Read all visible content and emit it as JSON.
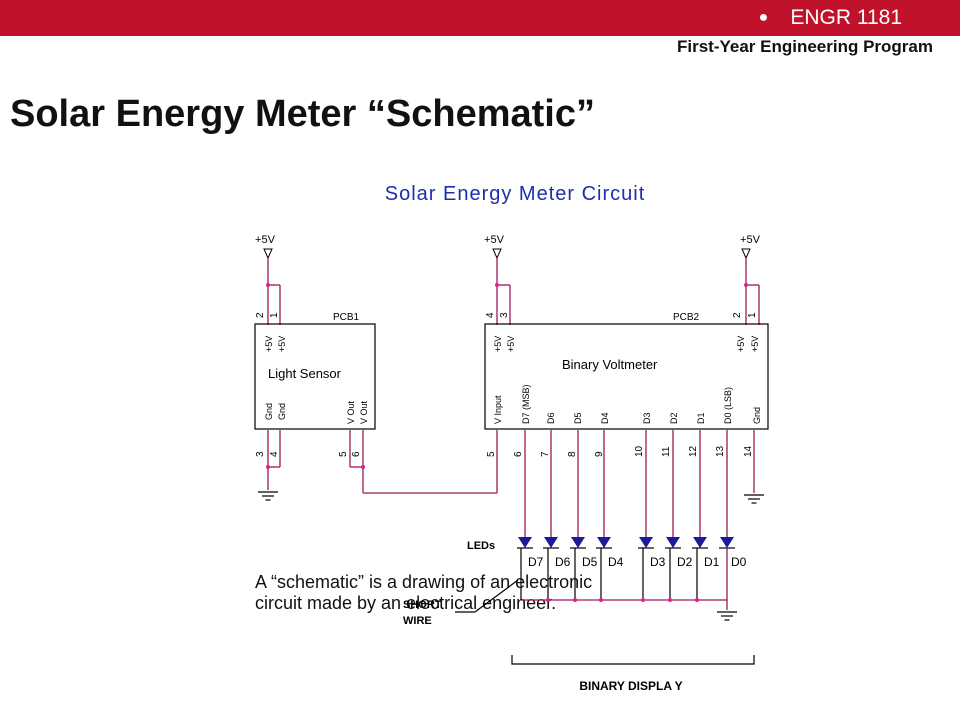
{
  "header": {
    "course": "ENGR 1181",
    "program": "First-Year Engineering Program"
  },
  "slide": {
    "title": "Solar Energy Meter “Schematic”",
    "caption": "A “schematic” is a drawing of an electronic circuit made by an electrical engineer."
  },
  "colors": {
    "header_bar": "#c0122a",
    "diagram_title": "#1b2fae",
    "wire": "#9b1a55",
    "junction": "#e0208a"
  },
  "schematic": {
    "title": "Solar Energy Meter Circuit",
    "supply_label": "+5V",
    "pcb1": {
      "ref": "PCB1",
      "name": "Light Sensor",
      "pins": {
        "p1": "1",
        "p2": "2",
        "p3": "3",
        "p4": "4",
        "p5": "5",
        "p6": "6",
        "plus1": "+5V",
        "plus2": "+5V",
        "gnd1": "Gnd",
        "gnd2": "Gnd",
        "vout1": "V Out",
        "vout2": "V Out"
      }
    },
    "pcb2": {
      "ref": "PCB2",
      "name": "Binary Voltmeter",
      "pins": {
        "p1": "1",
        "p2": "2",
        "p3": "3",
        "p4": "4",
        "p5": "5",
        "p6": "6",
        "p7": "7",
        "p8": "8",
        "p9": "9",
        "p10": "10",
        "p11": "11",
        "p12": "12",
        "p13": "13",
        "p14": "14",
        "plus1": "+5V",
        "plus2": "+5V",
        "plus3": "+5V",
        "plus4": "+5V",
        "vinput": "V Input",
        "d7": "D7 (MSB)",
        "d6": "D6",
        "d5": "D5",
        "d4": "D4",
        "d3": "D3",
        "d2": "D2",
        "d1": "D1",
        "d0": "D0 (LSB)",
        "gnd": "Gnd"
      }
    },
    "leds_label": "LEDs",
    "led_names": {
      "d7": "D7",
      "d6": "D6",
      "d5": "D5",
      "d4": "D4",
      "d3": "D3",
      "d2": "D2",
      "d1": "D1",
      "d0": "D0"
    },
    "short_wire_label1": "SHORT",
    "short_wire_label2": "WIRE",
    "binary_display_label": "BINARY DISPLA Y"
  }
}
